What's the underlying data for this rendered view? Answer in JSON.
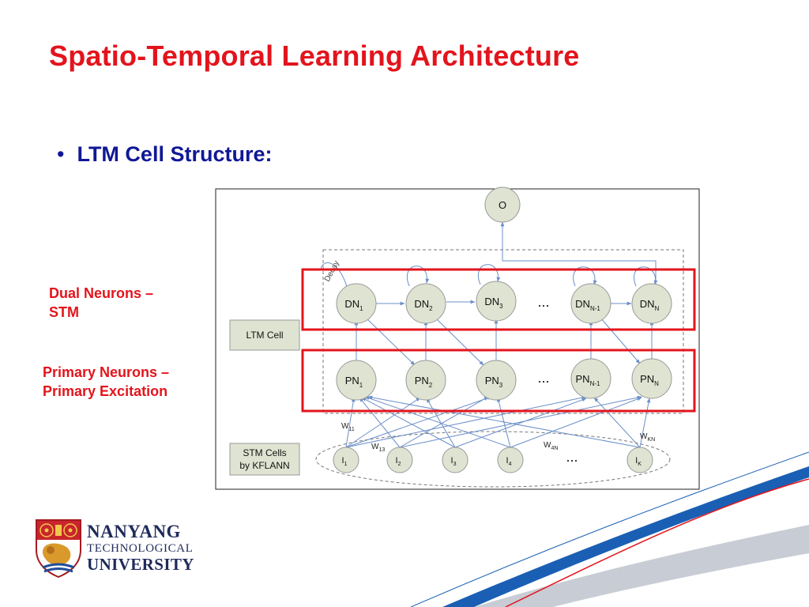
{
  "slide": {
    "title": "Spatio-Temporal Learning Architecture",
    "bullet": "LTM Cell Structure:",
    "labels": {
      "dual_line1": "Dual Neurons –",
      "dual_line2": "STM",
      "primary_line1": "Primary Neurons –",
      "primary_line2": "Primary Excitation"
    }
  },
  "diagram": {
    "output_node": "O",
    "decay_label": "Decay",
    "ltm_cell_label": "LTM Cell",
    "stm_label_line1": "STM Cells",
    "stm_label_line2": "by KFLANN",
    "ellipsis": "...",
    "dual_nodes": [
      {
        "base": "DN",
        "sub": "1"
      },
      {
        "base": "DN",
        "sub": "2"
      },
      {
        "base": "DN",
        "sub": "3"
      },
      {
        "base": "DN",
        "sub": "N-1"
      },
      {
        "base": "DN",
        "sub": "N"
      }
    ],
    "primary_nodes": [
      {
        "base": "PN",
        "sub": "1"
      },
      {
        "base": "PN",
        "sub": "2"
      },
      {
        "base": "PN",
        "sub": "3"
      },
      {
        "base": "PN",
        "sub": "N-1"
      },
      {
        "base": "PN",
        "sub": "N"
      }
    ],
    "input_nodes": [
      {
        "base": "I",
        "sub": "1"
      },
      {
        "base": "I",
        "sub": "2"
      },
      {
        "base": "I",
        "sub": "3"
      },
      {
        "base": "I",
        "sub": "4"
      },
      {
        "base": "I",
        "sub": "K"
      }
    ],
    "weights": [
      {
        "base": "W",
        "sub": "11"
      },
      {
        "base": "W",
        "sub": "13"
      },
      {
        "base": "W",
        "sub": "4N"
      },
      {
        "base": "W",
        "sub": "KN"
      }
    ]
  },
  "logo": {
    "line1": "NANYANG",
    "line2": "TECHNOLOGICAL",
    "line3": "UNIVERSITY"
  },
  "colors": {
    "title": "#e3141c",
    "bullet": "#101896",
    "node_fill": "#dfe4d2",
    "arrow": "#6b8fc9",
    "highlight": "#e3141c",
    "swoosh_blue": "#1a5fb4",
    "swoosh_gray": "#c8ccd4"
  }
}
